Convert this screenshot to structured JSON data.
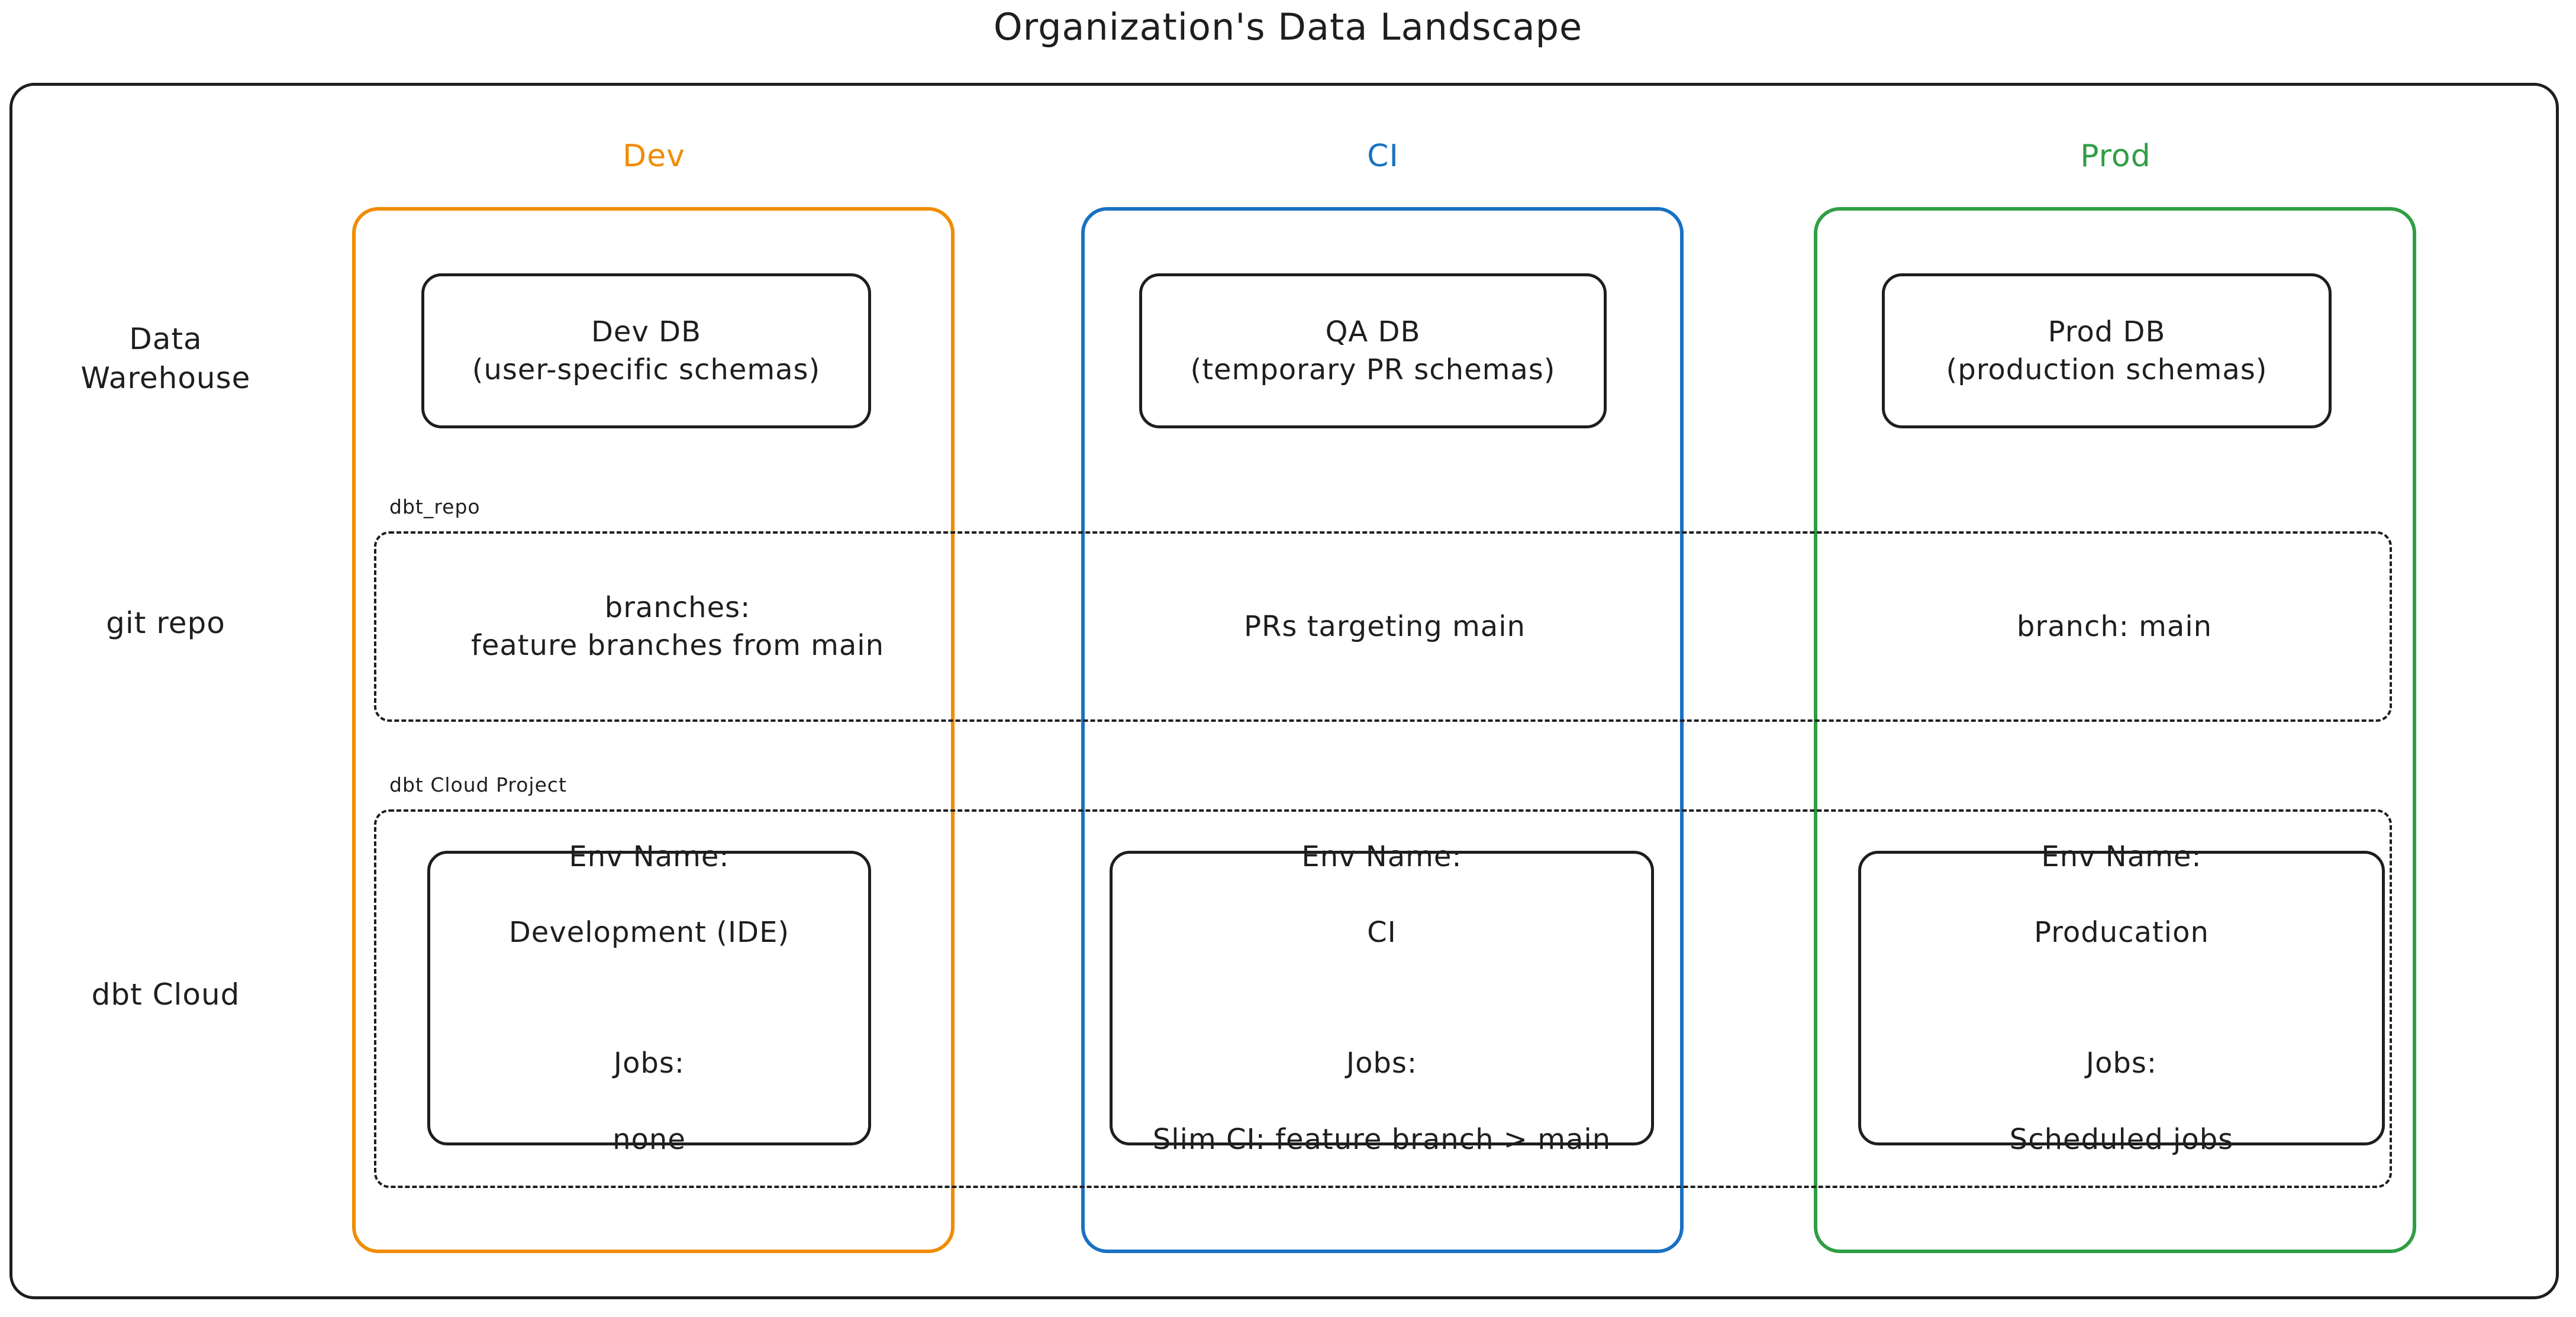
{
  "title": "Organization's Data Landscape",
  "colors": {
    "dev": "#f08c00",
    "ci": "#1971c2",
    "prod": "#2f9e44",
    "stroke": "#1e1e1e",
    "background": "#ffffff"
  },
  "columns": {
    "dev": {
      "label": "Dev"
    },
    "ci": {
      "label": "CI"
    },
    "prod": {
      "label": "Prod"
    }
  },
  "rows": {
    "data_warehouse": {
      "label": "Data\nWarehouse"
    },
    "git_repo": {
      "label": "git repo"
    },
    "dbt_cloud": {
      "label": "dbt Cloud"
    }
  },
  "groups": {
    "git_repo": {
      "label": "dbt_repo"
    },
    "dbt_cloud": {
      "label": "dbt Cloud Project"
    }
  },
  "cells": {
    "data_warehouse": {
      "dev": "Dev DB\n(user-specific schemas)",
      "ci": "QA DB\n(temporary PR schemas)",
      "prod": "Prod DB\n(production schemas)"
    },
    "git_repo": {
      "dev": "branches:\nfeature branches from main",
      "ci": "PRs targeting main",
      "prod": "branch: main"
    },
    "dbt_cloud": {
      "dev": {
        "env_name_label": "Env Name:",
        "env_name_value": "Development (IDE)",
        "jobs_label": "Jobs:",
        "jobs_value": "none"
      },
      "ci": {
        "env_name_label": "Env Name:",
        "env_name_value": "CI",
        "jobs_label": "Jobs:",
        "jobs_value": "Slim CI: feature branch > main"
      },
      "prod": {
        "env_name_label": "Env Name:",
        "env_name_value": "Producation",
        "jobs_label": "Jobs:",
        "jobs_value": "Scheduled jobs"
      }
    }
  }
}
